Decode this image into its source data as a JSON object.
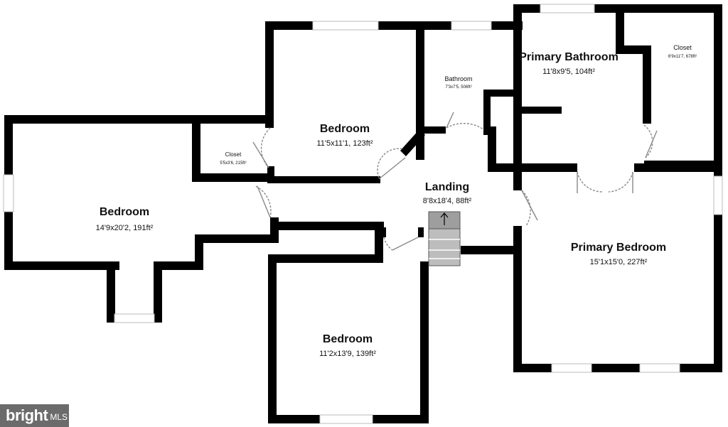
{
  "rooms": {
    "bedroom_left": {
      "name": "Bedroom",
      "dims": "14'9x20'2, 191ft²"
    },
    "closet_left": {
      "name": "Closet",
      "dims": "5'5x3'6, 215ft²"
    },
    "bedroom_top": {
      "name": "Bedroom",
      "dims": "11'5x11'1, 123ft²"
    },
    "bathroom": {
      "name": "Bathroom",
      "dims": "7'3x7'5, 506ft²"
    },
    "primary_bath": {
      "name": "Primary Bathroom",
      "dims": "11'8x9'5, 104ft²"
    },
    "closet_right": {
      "name": "Closet",
      "dims": "6'9x11'7, 678ft²"
    },
    "landing": {
      "name": "Landing",
      "dims": "8'8x18'4, 88ft²"
    },
    "primary_bed": {
      "name": "Primary Bedroom",
      "dims": "15'1x15'0, 227ft²"
    },
    "bedroom_bottom": {
      "name": "Bedroom",
      "dims": "11'2x13'9, 139ft²"
    }
  },
  "logo": {
    "brand": "bright",
    "suffix": "MLS"
  },
  "colors": {
    "wall": "#000000",
    "door": "#888888",
    "stairs": "#bdbdbd",
    "logo_bg": "#6b6b6b"
  }
}
